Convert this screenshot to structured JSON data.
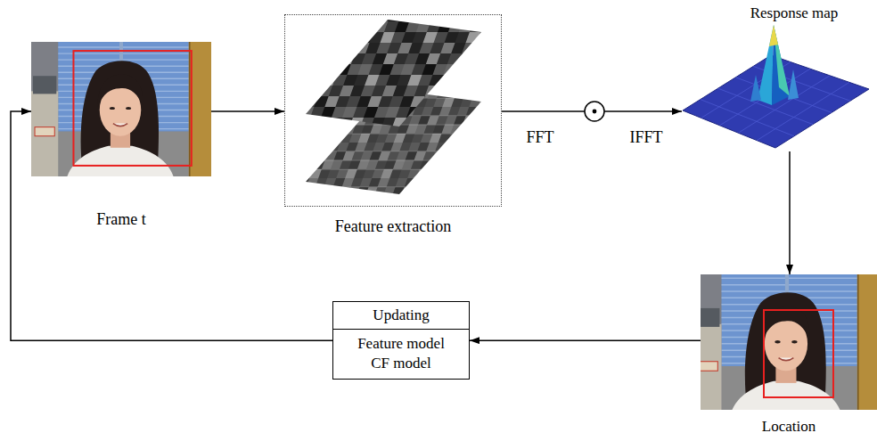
{
  "diagram": {
    "nodes": [
      {
        "text": [
          "Frame t"
        ]
      },
      {
        "text": [
          "Feature extraction"
        ]
      },
      {
        "text": [
          "Response map"
        ]
      },
      {
        "text": [
          "Location"
        ]
      },
      {
        "text": [
          "Updating",
          "Feature model",
          "CF model"
        ]
      }
    ],
    "edges": [
      {
        "from": 0,
        "to": 1,
        "arrow": "to"
      },
      {
        "from": 1,
        "to": 2,
        "arrow": "to"
      },
      {
        "from": 2,
        "to": 3,
        "arrow": "to"
      },
      {
        "from": 3,
        "to": 4,
        "arrow": "to"
      },
      {
        "from": 4,
        "to": 0,
        "arrow": "to"
      }
    ],
    "labels": [
      "FFT",
      "IFFT"
    ]
  }
}
